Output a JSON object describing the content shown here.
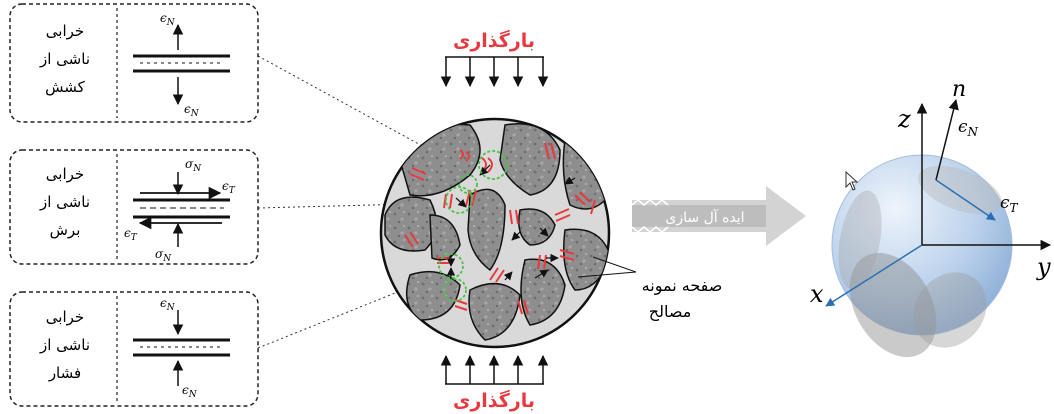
{
  "panels": [
    {
      "id": "tension",
      "lines": [
        "خرابی",
        "ناشی از",
        "کشش"
      ],
      "symbols": {
        "top": "ϵ",
        "top_sub": "N",
        "bottom": "ϵ",
        "bottom_sub": "N"
      }
    },
    {
      "id": "shear",
      "lines": [
        "خرابی",
        "ناشی از",
        "برش"
      ],
      "symbols": {
        "sigma_top": "σ",
        "sigma_top_sub": "N",
        "sigma_bottom": "σ",
        "sigma_bottom_sub": "N",
        "eps_right": "ϵ",
        "eps_right_sub": "T",
        "eps_left": "ϵ",
        "eps_left_sub": "T"
      }
    },
    {
      "id": "compression",
      "lines": [
        "خرابی",
        "ناشی از",
        "فشار"
      ],
      "symbols": {
        "top": "ϵ",
        "top_sub": "N",
        "bottom": "ϵ",
        "bottom_sub": "N"
      }
    }
  ],
  "loading_top": "بارگذاری",
  "loading_bottom": "بارگذاری",
  "idealization_label": "ایده آل سازی",
  "specimen_label": [
    "صفحه نمونه",
    "مصالح"
  ],
  "axes": {
    "x": "x",
    "y": "y",
    "z": "z",
    "n": "n",
    "eps_n": "ϵ",
    "eps_n_sub": "N",
    "eps_t": "ϵ",
    "eps_t_sub": "T"
  },
  "colors": {
    "loading_text": "#e8393f",
    "crack": "#e8393f",
    "green_circle": "#4cc04c",
    "arrow_band": "#d3d3d3",
    "sphere": "#a9c4e6"
  }
}
